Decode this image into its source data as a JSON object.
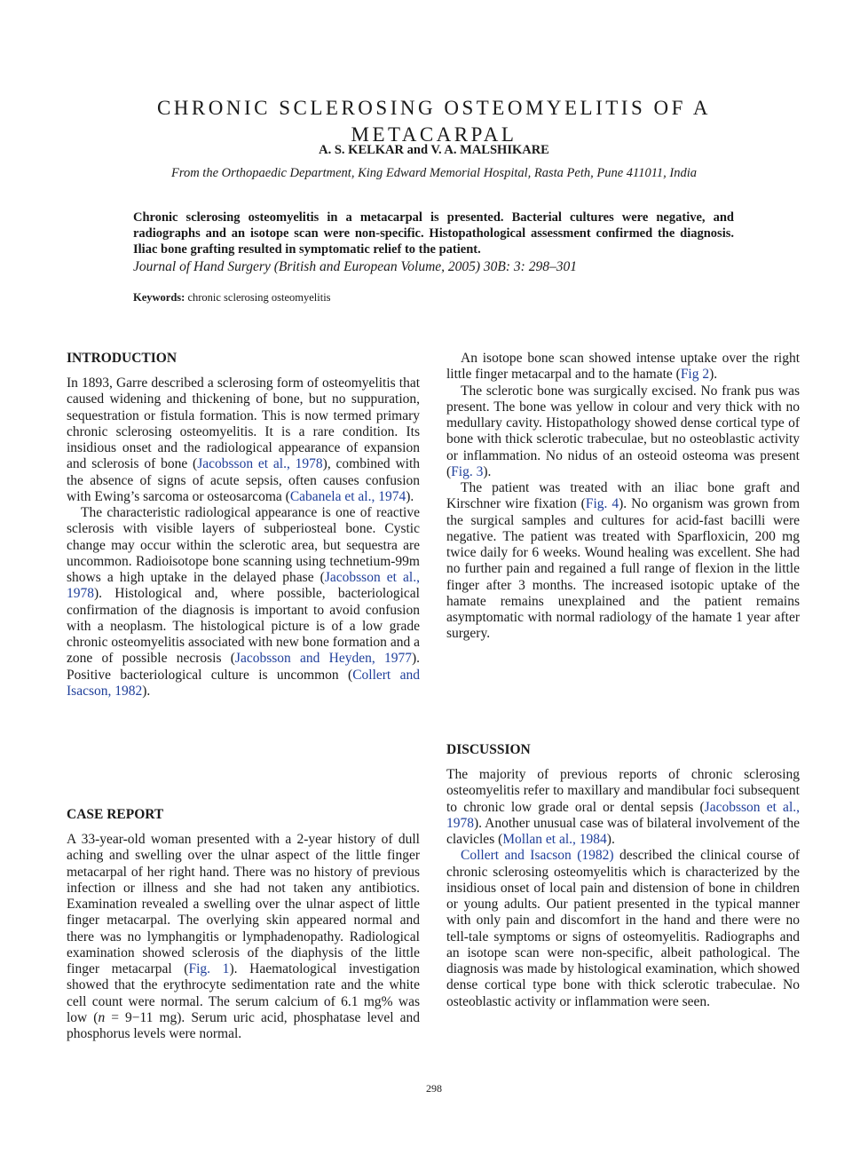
{
  "header": {
    "title": "CHRONIC SCLEROSING OSTEOMYELITIS OF A METACARPAL",
    "authors": "A. S. KELKAR and V. A. MALSHIKARE",
    "affiliation": "From the Orthopaedic Department, King Edward Memorial Hospital, Rasta Peth, Pune 411011, India"
  },
  "abstract": {
    "text": "Chronic sclerosing osteomyelitis in a metacarpal is presented. Bacterial cultures were negative, and radiographs and an isotope scan were non-specific. Histopathological assessment confirmed the diagnosis. Iliac bone grafting resulted in symptomatic relief to the patient.",
    "journal": "Journal of Hand Surgery (British and European Volume, 2005) 30B: 3: 298–301"
  },
  "keywords": {
    "label": "Keywords:",
    "value": "chronic sclerosing osteomyelitis"
  },
  "introduction": {
    "heading": "INTRODUCTION",
    "p1": {
      "t1": "In 1893, Garre described a sclerosing form of osteomyelitis that caused widening and thickening of bone, but no suppuration, sequestration or fistula formation. This is now termed primary chronic sclerosing osteomyelitis. It is a rare condition. Its insidious onset and the radiological appearance of expansion and sclerosis of bone (",
      "c1": "Jacobsson et al., 1978",
      "t2": "), combined with the absence of signs of acute sepsis, often causes confusion with Ewing’s sarcoma or osteosarcoma (",
      "c2": "Cabanela et al., 1974",
      "t3": ")."
    },
    "p2": {
      "t1": "The characteristic radiological appearance is one of reactive sclerosis with visible layers of subperiosteal bone. Cystic change may occur within the sclerotic area, but sequestra are uncommon. Radioisotope bone scanning using technetium-99m shows a high uptake in the delayed phase (",
      "c1": "Jacobsson et al., 1978",
      "t2": "). Histological and, where possible, bacteriological confirmation of the diagnosis is important to avoid confusion with a neoplasm. The histological picture is of a low grade chronic osteomyelitis associated with new bone formation and a zone of possible necrosis (",
      "c2": "Jacobsson and Heyden, 1977",
      "t3": "). Positive bacteriological culture is uncommon (",
      "c3": "Collert and Isacson, 1982",
      "t4": ")."
    }
  },
  "case_report": {
    "heading": "CASE REPORT",
    "p1": {
      "t1": "A 33-year-old woman presented with a 2-year history of dull aching and swelling over the ulnar aspect of the little finger metacarpal of her right hand. There was no history of previous infection or illness and she had not taken any antibiotics. Examination revealed a swelling over the ulnar aspect of little finger metacarpal. The overlying skin appeared normal and there was no lymphangitis or lymphadenopathy. Radiological examination showed sclerosis of the diaphysis of the little finger metacarpal (",
      "c1": "Fig. 1",
      "t2": "). Haematological investigation showed that the erythrocyte sedimentation rate and the white cell count were normal. The serum calcium of 6.1 mg% was low (",
      "n": "n",
      "t3": " = 9−11 mg). Serum uric acid, phosphatase level and phosphorus levels were normal."
    }
  },
  "right_column": {
    "p1": {
      "t1": "An isotope bone scan showed intense uptake over the right little finger metacarpal and to the hamate (",
      "c1": "Fig 2",
      "t2": ")."
    },
    "p2": {
      "t1": "The sclerotic bone was surgically excised. No frank pus was present. The bone was yellow in colour and very thick with no medullary cavity. Histopathology showed dense cortical type of bone with thick sclerotic trabeculae, but no osteoblastic activity or inflammation. No nidus of an osteoid osteoma was present (",
      "c1": "Fig. 3",
      "t2": ")."
    },
    "p3": {
      "t1": "The patient was treated with an iliac bone graft and Kirschner wire fixation (",
      "c1": "Fig. 4",
      "t2": "). No organism was grown from the surgical samples and cultures for acid-fast bacilli were negative. The patient was treated with Sparfloxicin, 200 mg twice daily for 6 weeks. Wound healing was excellent. She had no further pain and regained a full range of flexion in the little finger after 3 months. The increased isotopic uptake of the hamate remains unexplained and the patient remains asymptomatic with normal radiology of the hamate 1 year after surgery."
    }
  },
  "discussion": {
    "heading": "DISCUSSION",
    "p1": {
      "t1": "The majority of previous reports of chronic sclerosing osteomyelitis refer to maxillary and mandibular foci subsequent to chronic low grade oral or dental sepsis (",
      "c1": "Jacobsson et al., 1978",
      "t2": "). Another unusual case was of bilateral involvement of the clavicles (",
      "c2": "Mollan et al., 1984",
      "t3": ")."
    },
    "p2": {
      "c1": "Collert and Isacson (1982)",
      "t1": " described the clinical course of chronic sclerosing osteomyelitis which is characterized by the insidious onset of local pain and distension of bone in children or young adults. Our patient presented in the typical manner with only pain and discomfort in the hand and there were no tell-tale symptoms or signs of osteomyelitis. Radiographs and an isotope scan were non-specific, albeit pathological. The diagnosis was made by histological examination, which showed dense cortical type bone with thick sclerotic trabeculae. No osteoblastic activity or inflammation were seen."
    }
  },
  "footer": {
    "page_number": "298"
  },
  "colors": {
    "citation_link": "#1f3f9a",
    "text": "#1a1a1a"
  }
}
